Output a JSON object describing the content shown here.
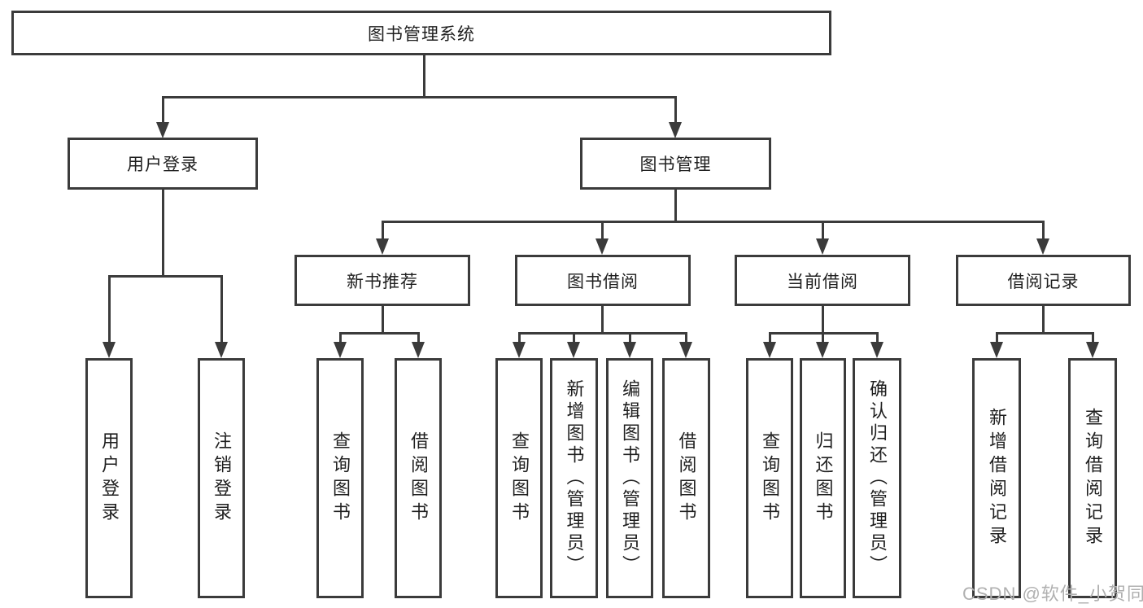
{
  "title": "图书管理系统",
  "watermark": "CSDN @软件_小贺同学",
  "colors": {
    "line": "#3b3b3b",
    "border": "#3b3b3b",
    "text": "#1f1f1f",
    "background": "#ffffff",
    "watermark": "#b0b0b0"
  },
  "nodes": {
    "root": {
      "label": "图书管理系统"
    },
    "user_login": {
      "label": "用户登录"
    },
    "book_mgmt": {
      "label": "图书管理"
    },
    "new_book_rec": {
      "label": "新书推荐"
    },
    "book_borrow": {
      "label": "图书借阅"
    },
    "current_borrow": {
      "label": "当前借阅"
    },
    "borrow_records": {
      "label": "借阅记录"
    },
    "leaf_user_login": {
      "label": "用户登录"
    },
    "leaf_logout": {
      "label": "注销登录"
    },
    "leaf_query_book_a": {
      "label": "查询图书"
    },
    "leaf_borrow_book_a": {
      "label": "借阅图书"
    },
    "leaf_query_book_b": {
      "label": "查询图书"
    },
    "leaf_add_book": {
      "label": "新增图书（管理员）"
    },
    "leaf_edit_book": {
      "label": "编辑图书（管理员）"
    },
    "leaf_borrow_book_b": {
      "label": "借阅图书"
    },
    "leaf_query_book_c": {
      "label": "查询图书"
    },
    "leaf_return_book": {
      "label": "归还图书"
    },
    "leaf_confirm_return": {
      "label": "确认归还（管理员）"
    },
    "leaf_add_record": {
      "label": "新增借阅记录"
    },
    "leaf_query_record": {
      "label": "查询借阅记录"
    }
  },
  "tree": {
    "图书管理系统": {
      "用户登录": [
        "用户登录",
        "注销登录"
      ],
      "图书管理": {
        "新书推荐": [
          "查询图书",
          "借阅图书"
        ],
        "图书借阅": [
          "查询图书",
          "新增图书（管理员）",
          "编辑图书（管理员）",
          "借阅图书"
        ],
        "当前借阅": [
          "查询图书",
          "归还图书",
          "确认归还（管理员）"
        ],
        "借阅记录": [
          "新增借阅记录",
          "查询借阅记录"
        ]
      }
    }
  }
}
